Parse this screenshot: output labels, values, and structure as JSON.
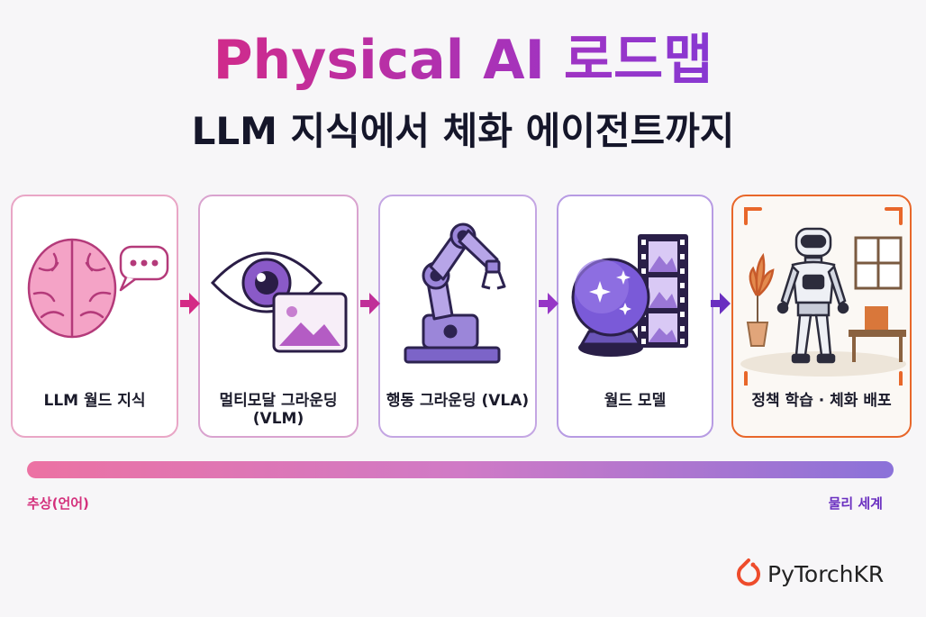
{
  "title": "Physical AI 로드맵",
  "subtitle": "LLM 지식에서 체화 에이전트까지",
  "steps": [
    {
      "label": "LLM 월드 지식",
      "icon": "brain-chat-icon"
    },
    {
      "label": "멀티모달 그라운딩 (VLM)",
      "icon": "eye-image-icon"
    },
    {
      "label": "행동 그라운딩 (VLA)",
      "icon": "robot-arm-icon"
    },
    {
      "label": "월드 모델",
      "icon": "crystal-ball-film-icon"
    },
    {
      "label": "정책 학습 · 체화 배포",
      "icon": "humanoid-robot-icon"
    }
  ],
  "scale": {
    "left": "추상(언어)",
    "right": "물리 세계"
  },
  "brand": "PyTorchKR",
  "colors": {
    "pink": "#d4307c",
    "purple": "#7a3ad8",
    "orange": "#e8672a"
  }
}
